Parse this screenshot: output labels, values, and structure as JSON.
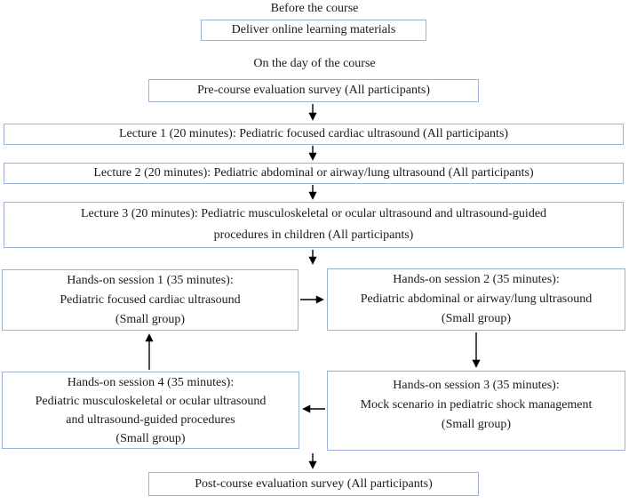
{
  "colors": {
    "box_border": "#9fb3d8",
    "text": "#1b1b1b",
    "arrow": "#000000",
    "background": "#ffffff"
  },
  "diagram": {
    "headings": {
      "before_course": "Before the course",
      "day_of_course": "On the day of the course"
    },
    "boxes": {
      "deliver": "Deliver online learning materials",
      "pre_survey": "Pre-course evaluation survey (All participants)",
      "lecture1": "Lecture 1 (20 minutes): Pediatric focused cardiac ultrasound (All participants)",
      "lecture2": "Lecture 2 (20 minutes): Pediatric abdominal or airway/lung ultrasound (All participants)",
      "lecture3_lines": [
        "Lecture 3 (20 minutes): Pediatric musculoskeletal or ocular ultrasound and ultrasound-guided",
        "procedures in children (All participants)"
      ],
      "session1_lines": [
        "Hands-on session 1 (35 minutes):",
        "Pediatric focused cardiac ultrasound",
        "(Small group)"
      ],
      "session2_lines": [
        "Hands-on session 2 (35 minutes):",
        "Pediatric abdominal or airway/lung ultrasound",
        "(Small group)"
      ],
      "session3_lines": [
        "Hands-on session 3 (35 minutes):",
        "Mock scenario in pediatric shock management",
        "(Small group)"
      ],
      "session4_lines": [
        "Hands-on session 4 (35 minutes):",
        "Pediatric musculoskeletal or ocular ultrasound",
        "and ultrasound-guided procedures",
        "(Small group)"
      ],
      "post_survey": "Post-course evaluation survey (All participants)"
    }
  }
}
